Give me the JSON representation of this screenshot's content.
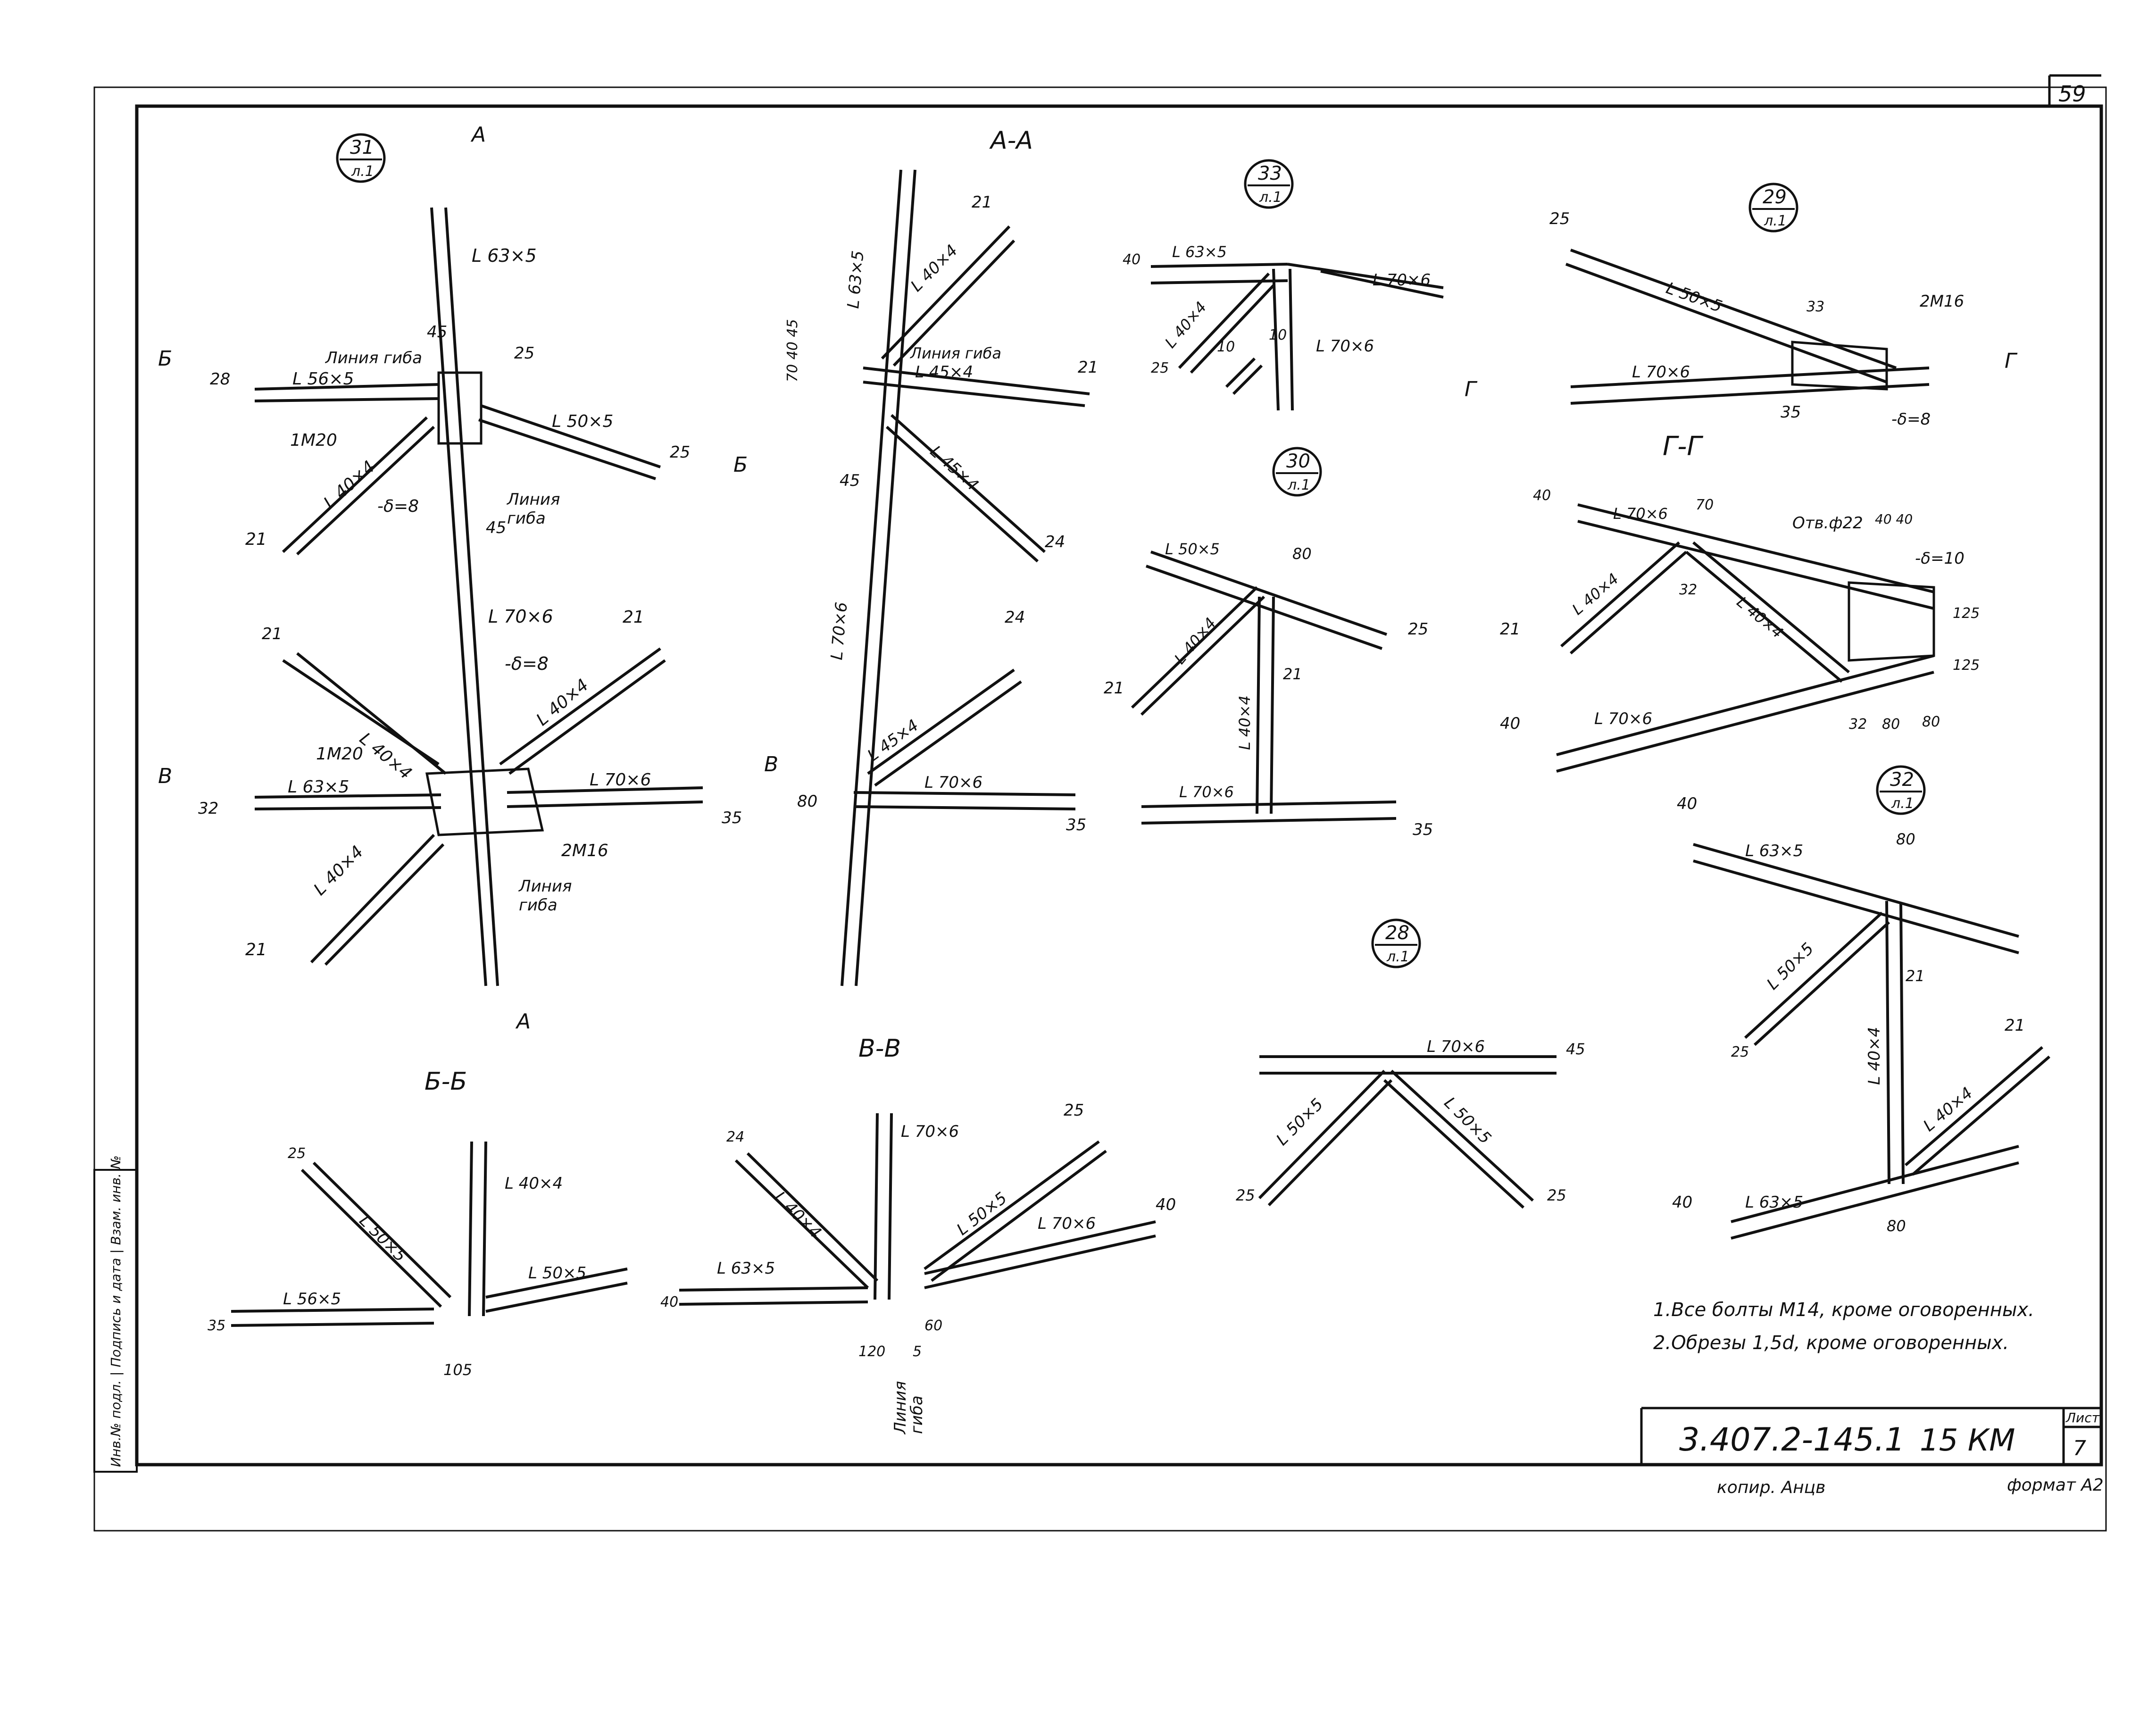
{
  "sheet": {
    "page_number": "59",
    "sheet_label": "Лист",
    "sheet_number": "7",
    "designation": "3.407.2-145.1",
    "mark": "15 КМ",
    "copied": "копир. Анцв",
    "format": "формат А2",
    "side_stamp": "Инв.№ подл. | Подпись и дата | Взам. инв. №"
  },
  "notes": [
    "1.Все болты М14, кроме оговоренных.",
    "2.Обрезы 1,5d, кроме оговоренных."
  ],
  "node_refs": [
    {
      "num": "31",
      "sheet": "л.1"
    },
    {
      "num": "33",
      "sheet": "л.1"
    },
    {
      "num": "29",
      "sheet": "л.1"
    },
    {
      "num": "30",
      "sheet": "л.1"
    },
    {
      "num": "32",
      "sheet": "л.1"
    },
    {
      "num": "28",
      "sheet": "л.1"
    }
  ],
  "section_titles": [
    "А-А",
    "Б-Б",
    "В-В",
    "Г-Г"
  ],
  "section_marks": [
    "А",
    "Б",
    "В",
    "Г"
  ],
  "labels": {
    "L63x5": "L 63×5",
    "L56x5": "L 56×5",
    "L50x5": "L 50×5",
    "L40x4": "L 40×4",
    "L70x6": "L 70×6",
    "L45x4": "L 45×4",
    "bend_line": "Линия гиба",
    "bend_line_top": "Линия",
    "bend_line_bottom": "гиба",
    "bolt_M20": "1М20",
    "bolt_2M16": "2М16",
    "plate8": "-δ=8",
    "plate10": "-δ=10",
    "hole": "Отв.ф22"
  },
  "dims": {
    "d21": "21",
    "d25": "25",
    "d45": "45",
    "d35": "35",
    "d28": "28",
    "d32": "32",
    "d40": "40",
    "d80": "80",
    "d60": "60",
    "d70": "70",
    "d105": "105",
    "d120": "120",
    "d125": "125",
    "d24": "24",
    "d10": "10",
    "d5": "5",
    "d33": "33",
    "d70_40_45": "70 40 45",
    "d40_40": "40 40"
  }
}
